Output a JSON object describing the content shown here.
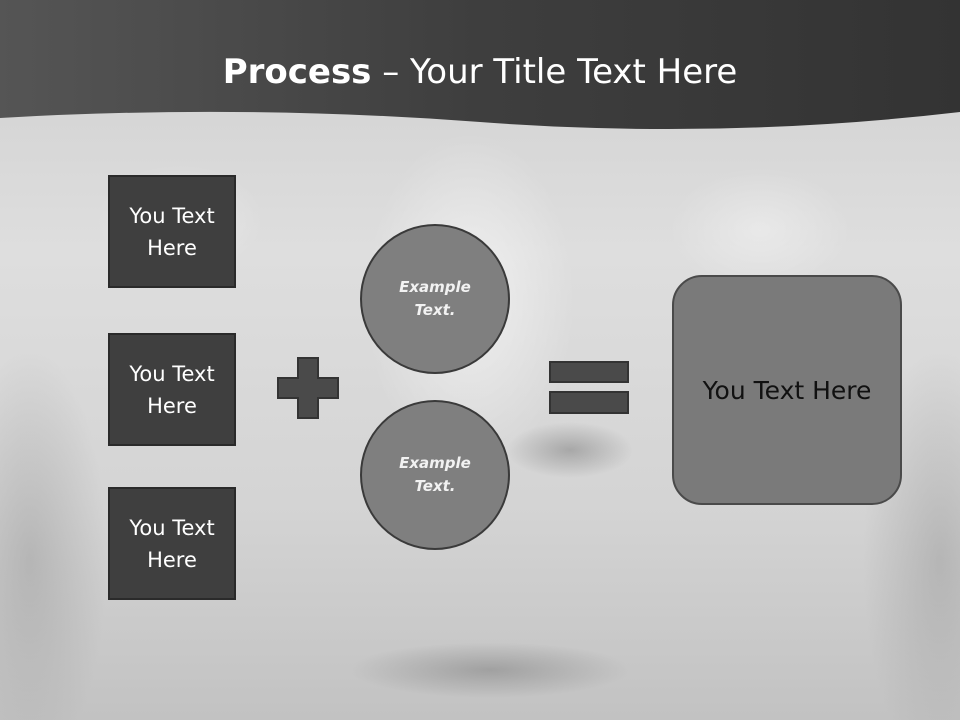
{
  "slide": {
    "title_bold": "Process",
    "title_rest": " – Your Title Text Here"
  },
  "left_boxes": [
    {
      "label": "You Text Here"
    },
    {
      "label": "You Text Here"
    },
    {
      "label": "You Text Here"
    }
  ],
  "circles": [
    {
      "label": "Example Text."
    },
    {
      "label": "Example Text."
    }
  ],
  "result": {
    "label": "You Text Here"
  },
  "icons": {
    "operator_1": "plus-icon",
    "operator_2": "equals-icon"
  },
  "colors": {
    "header": "#3a3a3a",
    "box": "#3f3f3f",
    "circle": "#7f7f7f",
    "result": "#7a7a7a"
  }
}
